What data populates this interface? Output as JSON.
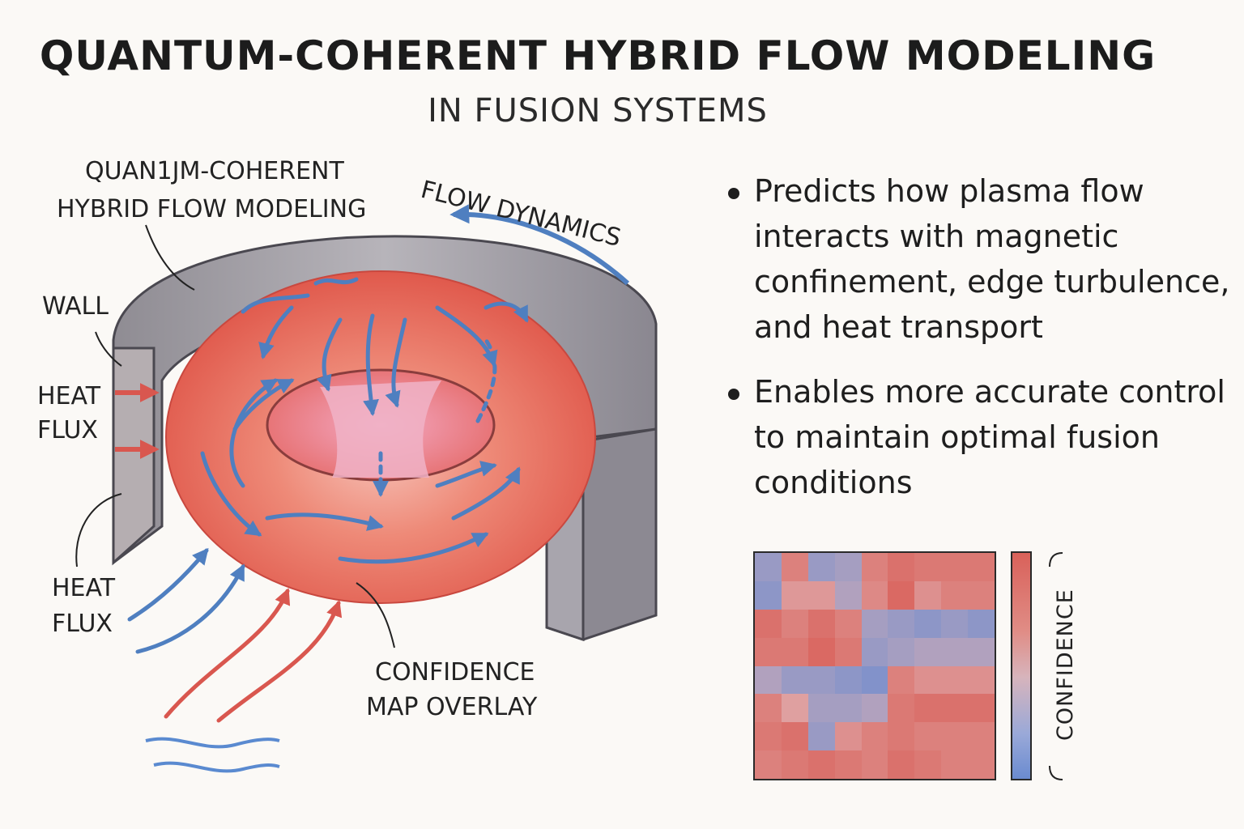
{
  "title": "QUANTUM-COHERENT HYBRID FLOW MODELING",
  "subtitle": "IN FUSION SYSTEMS",
  "labels": {
    "model_line1": "QUAN1JM-COHERENT",
    "model_line2": "HYBRID FLOW MODELING",
    "flow_dynamics": "FLOW DYNAMICS",
    "wall": "WALL",
    "heat_flux_upper_1": "HEAT",
    "heat_flux_upper_2": "FLUX",
    "heat_flux_lower_1": "HEAT",
    "heat_flux_lower_2": "FLUX",
    "confidence_map_1": "CONFIDENCE",
    "confidence_map_2": "MAP OVERLAY"
  },
  "bullets": [
    "Predicts how plasma flow interacts with magnetic confinement, edge turbulence, and heat transport",
    "Enables more accurate control to maintain optimal fusion conditions"
  ],
  "confidence_panel": {
    "label": "CONFIDENCE",
    "colors": {
      "high": "#d9615a",
      "low": "#6a8bd0"
    },
    "grid": [
      [
        0.2,
        0.8,
        0.2,
        0.25,
        0.8,
        0.9,
        0.85,
        0.85,
        0.85
      ],
      [
        0.15,
        0.65,
        0.65,
        0.3,
        0.75,
        0.95,
        0.7,
        0.8,
        0.8
      ],
      [
        0.9,
        0.8,
        0.9,
        0.8,
        0.25,
        0.2,
        0.15,
        0.2,
        0.15
      ],
      [
        0.85,
        0.85,
        0.95,
        0.85,
        0.2,
        0.25,
        0.3,
        0.3,
        0.3
      ],
      [
        0.3,
        0.2,
        0.2,
        0.15,
        0.1,
        0.8,
        0.7,
        0.7,
        0.7
      ],
      [
        0.8,
        0.6,
        0.25,
        0.25,
        0.3,
        0.85,
        0.9,
        0.9,
        0.9
      ],
      [
        0.85,
        0.9,
        0.2,
        0.7,
        0.8,
        0.85,
        0.8,
        0.8,
        0.8
      ],
      [
        0.8,
        0.85,
        0.9,
        0.85,
        0.8,
        0.9,
        0.85,
        0.8,
        0.8
      ]
    ]
  },
  "colors": {
    "plasma": "#e86d5f",
    "flow_arrows": "#4f7fc0",
    "heat_arrows": "#d9574f",
    "wall": "#9e9ba3"
  }
}
